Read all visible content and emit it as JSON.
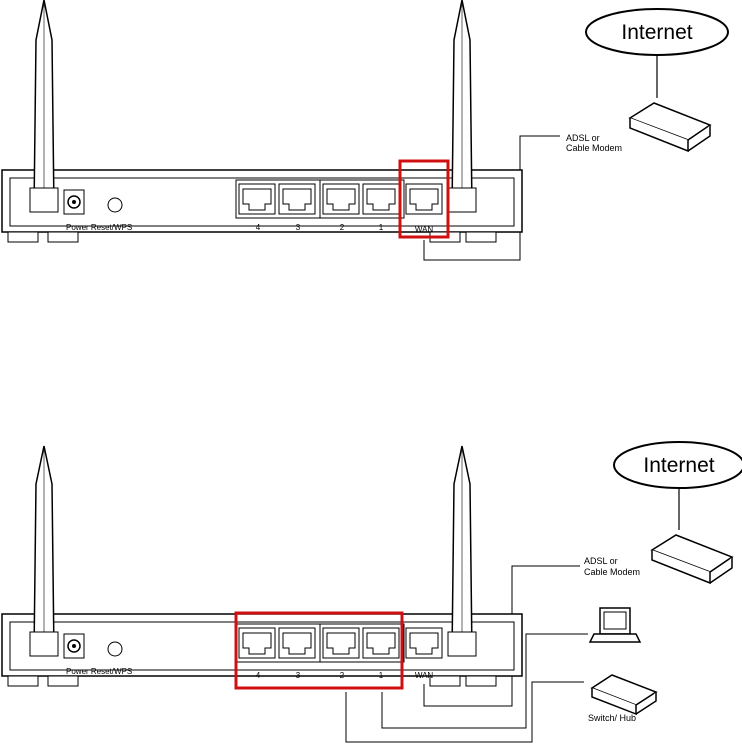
{
  "diagrams": [
    {
      "cloud_label": "Internet",
      "modem_label": [
        "ADSL or",
        "Cable Modem"
      ],
      "device_labels": {
        "power_reset": "Power Reset/WPS",
        "ports": [
          "4",
          "3",
          "2",
          "1"
        ],
        "wan": "WAN"
      },
      "highlight": "wan-port"
    },
    {
      "cloud_label": "Internet",
      "modem_label": [
        "ADSL or",
        "Cable Modem"
      ],
      "device_labels": {
        "power_reset": "Power Reset/WPS",
        "ports": [
          "4",
          "3",
          "2",
          "1"
        ],
        "wan": "WAN"
      },
      "switch_label": "Switch/ Hub",
      "highlight": "lan-ports"
    }
  ],
  "colors": {
    "highlight": "#d01010",
    "line": "#000000"
  }
}
